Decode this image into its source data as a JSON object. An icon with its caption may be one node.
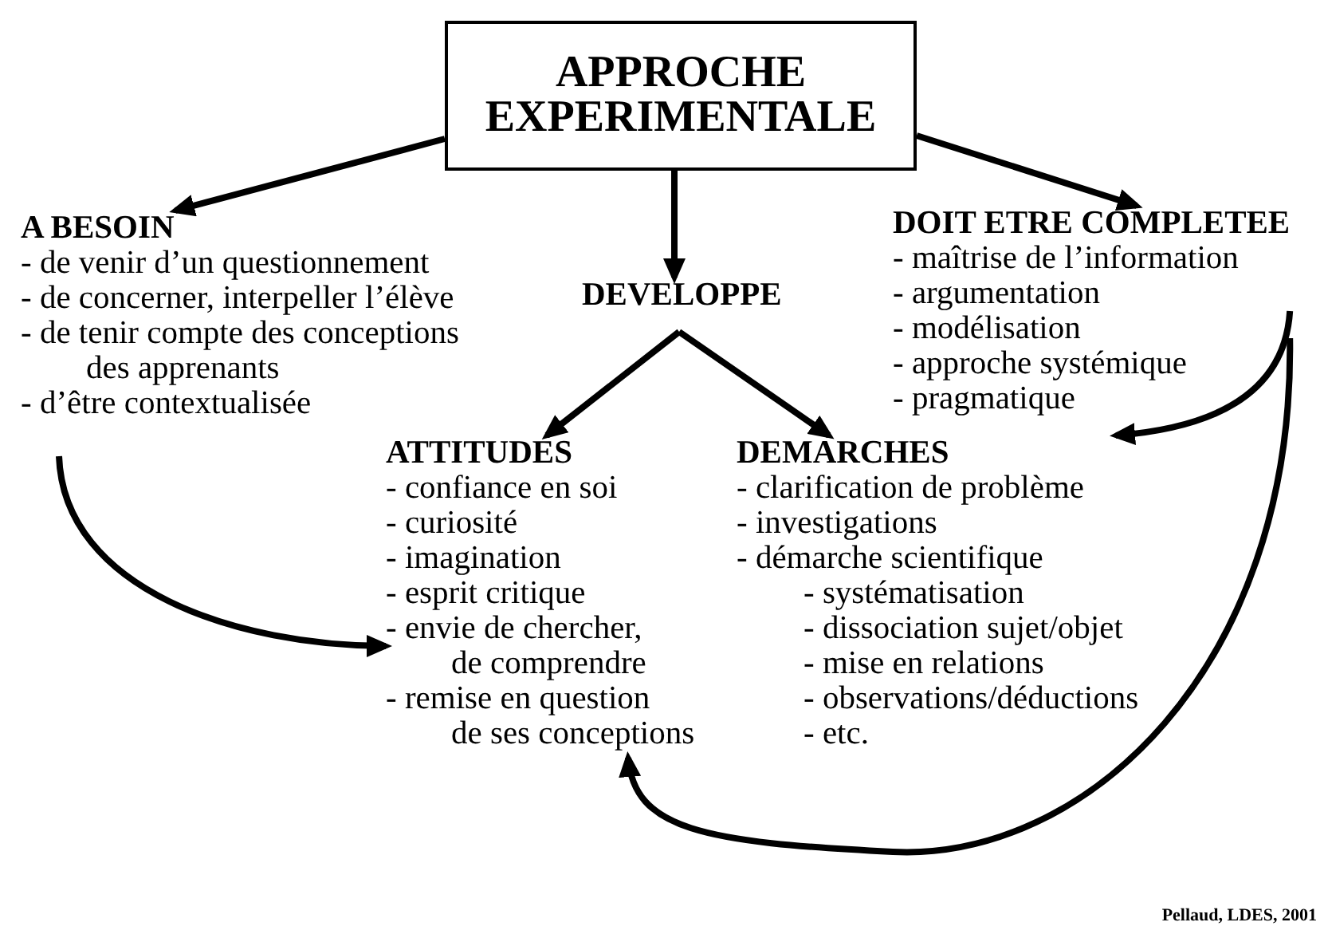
{
  "diagram": {
    "nodes": [
      {
        "text": [
          "APPROCHE EXPERIMENTALE"
        ]
      },
      {
        "text": [
          "A BESOIN",
          "- de venir d’un questionnement",
          "- de concerner, interpeller l’élève",
          "- de tenir compte des conceptions des apprenants",
          "- d’être contextualisée"
        ]
      },
      {
        "text": [
          "DEVELOPPE"
        ]
      },
      {
        "text": [
          "DOIT ETRE COMPLETEE",
          "- maîtrise de l’information",
          "- argumentation",
          "- modélisation",
          "- approche systémique",
          "- pragmatique"
        ]
      },
      {
        "text": [
          "ATTITUDES",
          "- confiance en soi",
          "- curiosité",
          "- imagination",
          "- esprit critique",
          "- envie de chercher, de comprendre",
          "- remise en question de ses conceptions"
        ]
      },
      {
        "text": [
          "DEMARCHES",
          "- clarification de problème",
          "- investigations",
          "- démarche scientifique",
          "- systématisation",
          "- dissociation sujet/objet",
          "- mise en relations",
          "- observations/déductions",
          "- etc."
        ]
      }
    ],
    "edges": [
      {
        "from": 0,
        "to": 1,
        "arrow": "to"
      },
      {
        "from": 0,
        "to": 2,
        "arrow": "to"
      },
      {
        "from": 0,
        "to": 3,
        "arrow": "to"
      },
      {
        "from": 2,
        "to": 4,
        "arrow": "to"
      },
      {
        "from": 2,
        "to": 5,
        "arrow": "to"
      },
      {
        "from": 1,
        "to": 4,
        "arrow": "to"
      },
      {
        "from": 3,
        "to": 5,
        "arrow": "to"
      },
      {
        "from": 3,
        "to": 4,
        "arrow": "to"
      }
    ],
    "labels": [
      "Pellaud, LDES, 2001"
    ]
  }
}
